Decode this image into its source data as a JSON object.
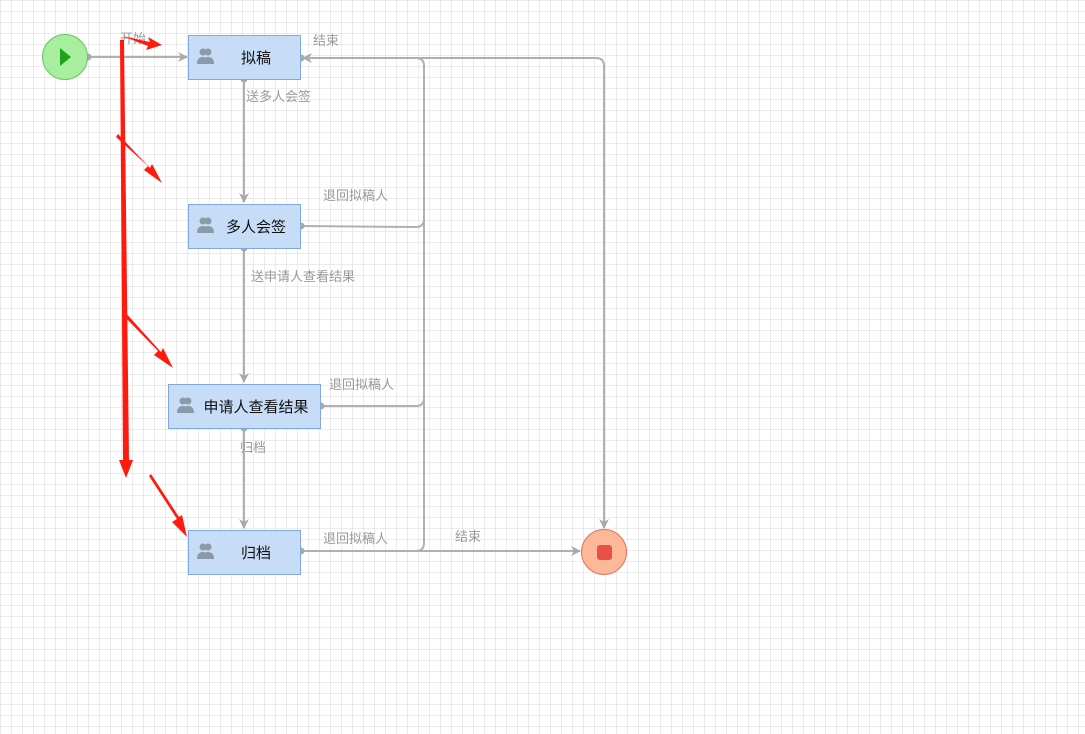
{
  "diagram": {
    "type": "workflow",
    "start": {
      "name": "start",
      "color_fill": "#a8ee9f",
      "color_stroke": "#6cc560",
      "icon": "play-icon",
      "icon_color": "#1fa31a"
    },
    "end": {
      "name": "end",
      "color_fill": "#fdb89a",
      "color_stroke": "#d9795a",
      "icon": "stop-icon",
      "icon_color": "#ea4f48"
    },
    "nodes": [
      {
        "id": "draft",
        "label": "拟稿",
        "icon": "users-icon"
      },
      {
        "id": "countersign",
        "label": "多人会签",
        "icon": "users-icon"
      },
      {
        "id": "applicant-view",
        "label": "申请人查看结果",
        "icon": "users-icon"
      },
      {
        "id": "archive",
        "label": "归档",
        "icon": "users-icon"
      }
    ],
    "edges": [
      {
        "from": "start",
        "to": "draft",
        "label": "开始"
      },
      {
        "from": "draft",
        "to": "countersign",
        "label": "送多人会签"
      },
      {
        "from": "countersign",
        "to": "applicant-view",
        "label": "送申请人查看结果"
      },
      {
        "from": "applicant-view",
        "to": "archive",
        "label": "归档"
      },
      {
        "from": "countersign",
        "to": "draft",
        "label": "退回拟稿人"
      },
      {
        "from": "applicant-view",
        "to": "draft",
        "label": "退回拟稿人"
      },
      {
        "from": "archive",
        "to": "draft",
        "label": "退回拟稿人"
      },
      {
        "from": "draft",
        "to": "end",
        "label": "结束"
      },
      {
        "from": "archive",
        "to": "end",
        "label": "结束"
      }
    ],
    "colors": {
      "node_fill": "#c6dcf7",
      "node_stroke": "#7fa9e0",
      "edge": "#a9a9a9",
      "annotation": "#ff1a10"
    }
  }
}
